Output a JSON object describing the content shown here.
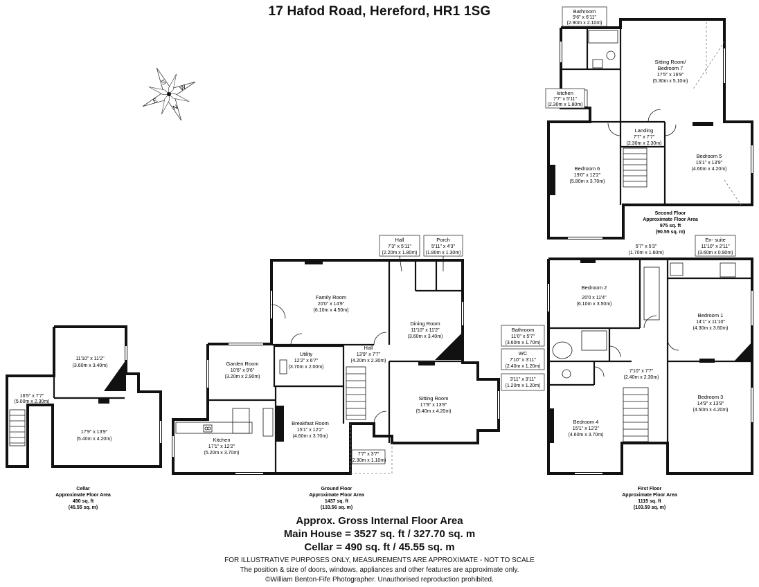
{
  "title": "17 Hafod Road, Hereford, HR1 1SG",
  "compass": {
    "letters": [
      "N",
      "E",
      "S",
      "W"
    ]
  },
  "floors": {
    "cellar": {
      "name": "Cellar",
      "subtitle": "Approximate Floor Area",
      "sqft": "490 sq. ft",
      "sqm": "(45.55 sq. m)"
    },
    "ground": {
      "name": "Ground Floor",
      "subtitle": "Approximate Floor Area",
      "sqft": "1437 sq. ft",
      "sqm": "(133.56 sq. m)"
    },
    "first": {
      "name": "First Floor",
      "subtitle": "Approximate Floor Area",
      "sqft": "1115 sq. ft",
      "sqm": "(103.59 sq. m)"
    },
    "second": {
      "name": "Second Floor",
      "subtitle": "Approximate Floor Area",
      "sqft": "975 sq. ft",
      "sqm": "(90.55 sq. m)"
    }
  },
  "rooms": {
    "cellar_top": {
      "name": "",
      "imperial": "11'10\" x 11'2\"",
      "metric": "(3.60m x 3.40m)"
    },
    "cellar_left": {
      "name": "",
      "imperial": "16'5\" x 7'7\"",
      "metric": "(5.00m x 2.30m)"
    },
    "cellar_main": {
      "name": "",
      "imperial": "17'9\" x 13'9\"",
      "metric": "(5.40m x 4.20m)"
    },
    "garden_room": {
      "name": "Garden Room",
      "imperial": "10'6\" x 9'6\"",
      "metric": "(3.20m x 2.90m)"
    },
    "kitchen": {
      "name": "Kitchen",
      "imperial": "17'1\" x 12'2\"",
      "metric": "(5.20m x 3.70m)"
    },
    "utility": {
      "name": "Utility",
      "imperial": "12'2\" x 6'7\"",
      "metric": "(3.70m x 2.00m)"
    },
    "breakfast_room": {
      "name": "Breakfast Room",
      "imperial": "15'1\" x 12'2\"",
      "metric": "(4.60m x 3.70m)"
    },
    "family_room": {
      "name": "Family Room",
      "imperial": "20'0\" x 14'9\"",
      "metric": "(6.10m x 4.50m)"
    },
    "hall_main": {
      "name": "Hall",
      "imperial": "13'9\" x 7'7\"",
      "metric": "(4.20m x 2.30m)"
    },
    "dining_room": {
      "name": "Dining Room",
      "imperial": "11'10\" x 11'2\"",
      "metric": "(3.60m x 3.40m)"
    },
    "sitting_room": {
      "name": "Sitting Room",
      "imperial": "17'9\" x 13'9\"",
      "metric": "(5.40m x 4.20m)"
    },
    "gf_store": {
      "name": "",
      "imperial": "7'7\" x 3'7\"",
      "metric": "(2.30m x 1.10m)"
    },
    "hall_small": {
      "name": "Hall",
      "imperial": "7'3\" x 5'11\"",
      "metric": "(2.20m x 1.80m)"
    },
    "porch": {
      "name": "Porch",
      "imperial": "5'11\" x 4'3\"",
      "metric": "(1.80m x 1.30m)"
    },
    "bedroom2": {
      "name": "Bedroom 2",
      "imperial": "20'0 x 11'4\"",
      "metric": "(6.10m x 3.50m)"
    },
    "ff_landing_top": {
      "name": "",
      "imperial": "5'7\" x 5'3\"",
      "metric": "(1.70m x 1.60m)"
    },
    "ensuite": {
      "name": "En- suite",
      "imperial": "11'10\" x 2'11\"",
      "metric": "(3.60m x 0.90m)"
    },
    "bedroom1": {
      "name": "Bedroom 1",
      "imperial": "14'1\" x 11'10\"",
      "metric": "(4.30m x 3.60m)"
    },
    "ff_bathroom": {
      "name": "Bathroom",
      "imperial": "11'0\" x 5'7\"",
      "metric": "(3.60m x 1.70m)"
    },
    "wc": {
      "name": "WC",
      "imperial": "7'10\" x 3'11\"",
      "metric": "(2.40m x 1.20m)"
    },
    "ff_cupboard": {
      "name": "",
      "imperial": "3'11\" x 3'11\"",
      "metric": "(1.20m x 1.20m)"
    },
    "ff_landing": {
      "name": "",
      "imperial": "7'10\" x 7'7\"",
      "metric": "(2.40m x 2.30m)"
    },
    "bedroom4": {
      "name": "Bedroom 4",
      "imperial": "15'1\" x 12'2\"",
      "metric": "(4.60m x 3.70m)"
    },
    "bedroom3": {
      "name": "Bedroom 3",
      "imperial": "14'9\" x 13'9\"",
      "metric": "(4.50m x 4.20m)"
    },
    "sf_bathroom": {
      "name": "Bathroom",
      "imperial": "9'6\" x 6'11\"",
      "metric": "(2.90m x 2.10m)"
    },
    "sitting_bedroom7": {
      "name": "Sitting Room/",
      "name2": "Bedroom 7",
      "imperial": "17'5\" x 16'9\"",
      "metric": "(5.30m x 5.10m)"
    },
    "sf_kitchen": {
      "name": "kitchen",
      "imperial": "7'7\" x 5'11\"",
      "metric": "(2.30m x 1.80m)"
    },
    "sf_landing": {
      "name": "Landing",
      "imperial": "7'7\" x 7'7\"",
      "metric": "(2.30m x 2.30m)"
    },
    "bedroom6": {
      "name": "Bedroom 6",
      "imperial": "19'0\" x 12'2\"",
      "metric": "(5.80m x 3.70m)"
    },
    "bedroom5": {
      "name": "Bedroom 5",
      "imperial": "15'1\" x 13'9\"",
      "metric": "(4.60m x 4.20m)"
    }
  },
  "summary": {
    "heading": "Approx. Gross Internal Floor Area",
    "main_house": "Main House = 3527 sq. ft / 327.70 sq. m",
    "cellar": "Cellar = 490 sq. ft / 45.55 sq. m"
  },
  "footer": {
    "line1": "FOR ILLUSTRATIVE PURPOSES ONLY, MEASUREMENTS ARE APPROXIMATE - NOT TO SCALE",
    "line2": "The position & size of doors, windows, appliances and other features are approximate only.",
    "line3": "©William Benton-Fife Photographer. Unauthorised reproduction prohibited."
  }
}
